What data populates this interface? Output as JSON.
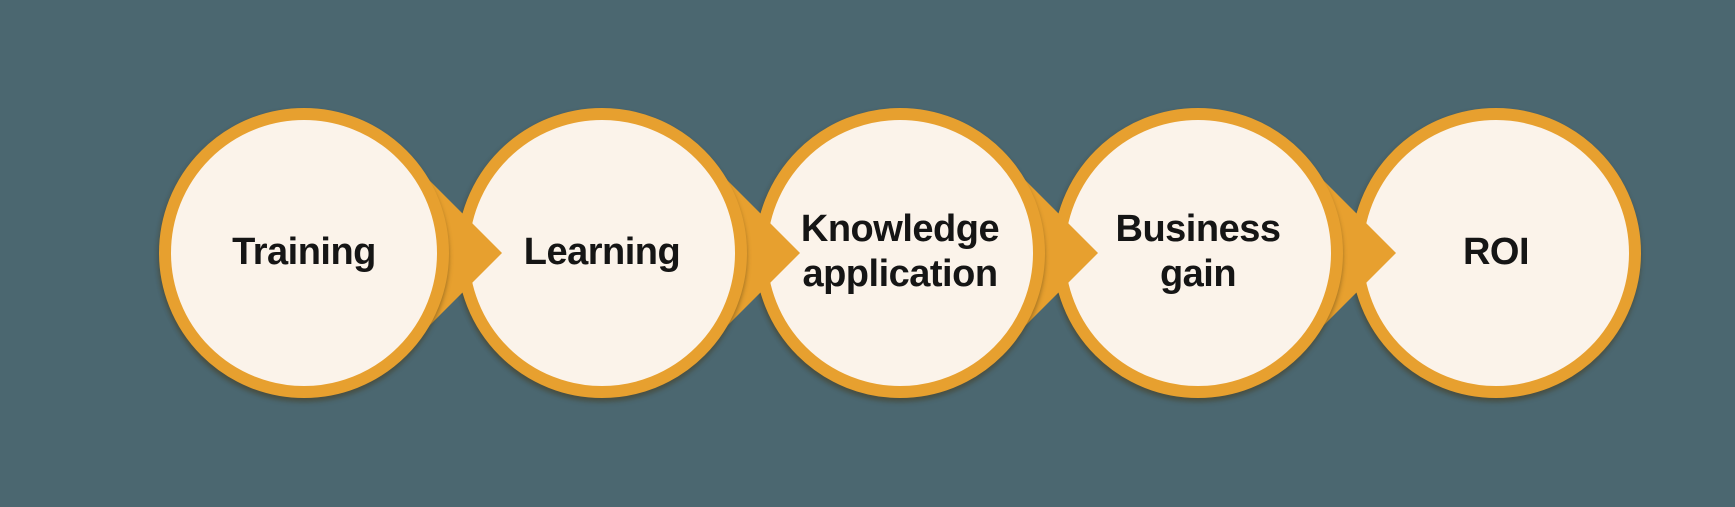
{
  "diagram": {
    "type": "process-flow",
    "direction": "left-to-right",
    "connector_shape": "right-arrow",
    "colors": {
      "background": "#4B6770",
      "accent": "#E7A02F",
      "circle_fill": "#FBF3EA",
      "text": "#151515"
    },
    "steps": [
      {
        "label": "Training"
      },
      {
        "label": "Learning"
      },
      {
        "label": "Knowledge\napplication"
      },
      {
        "label": "Business\ngain"
      },
      {
        "label": "ROI"
      }
    ]
  }
}
